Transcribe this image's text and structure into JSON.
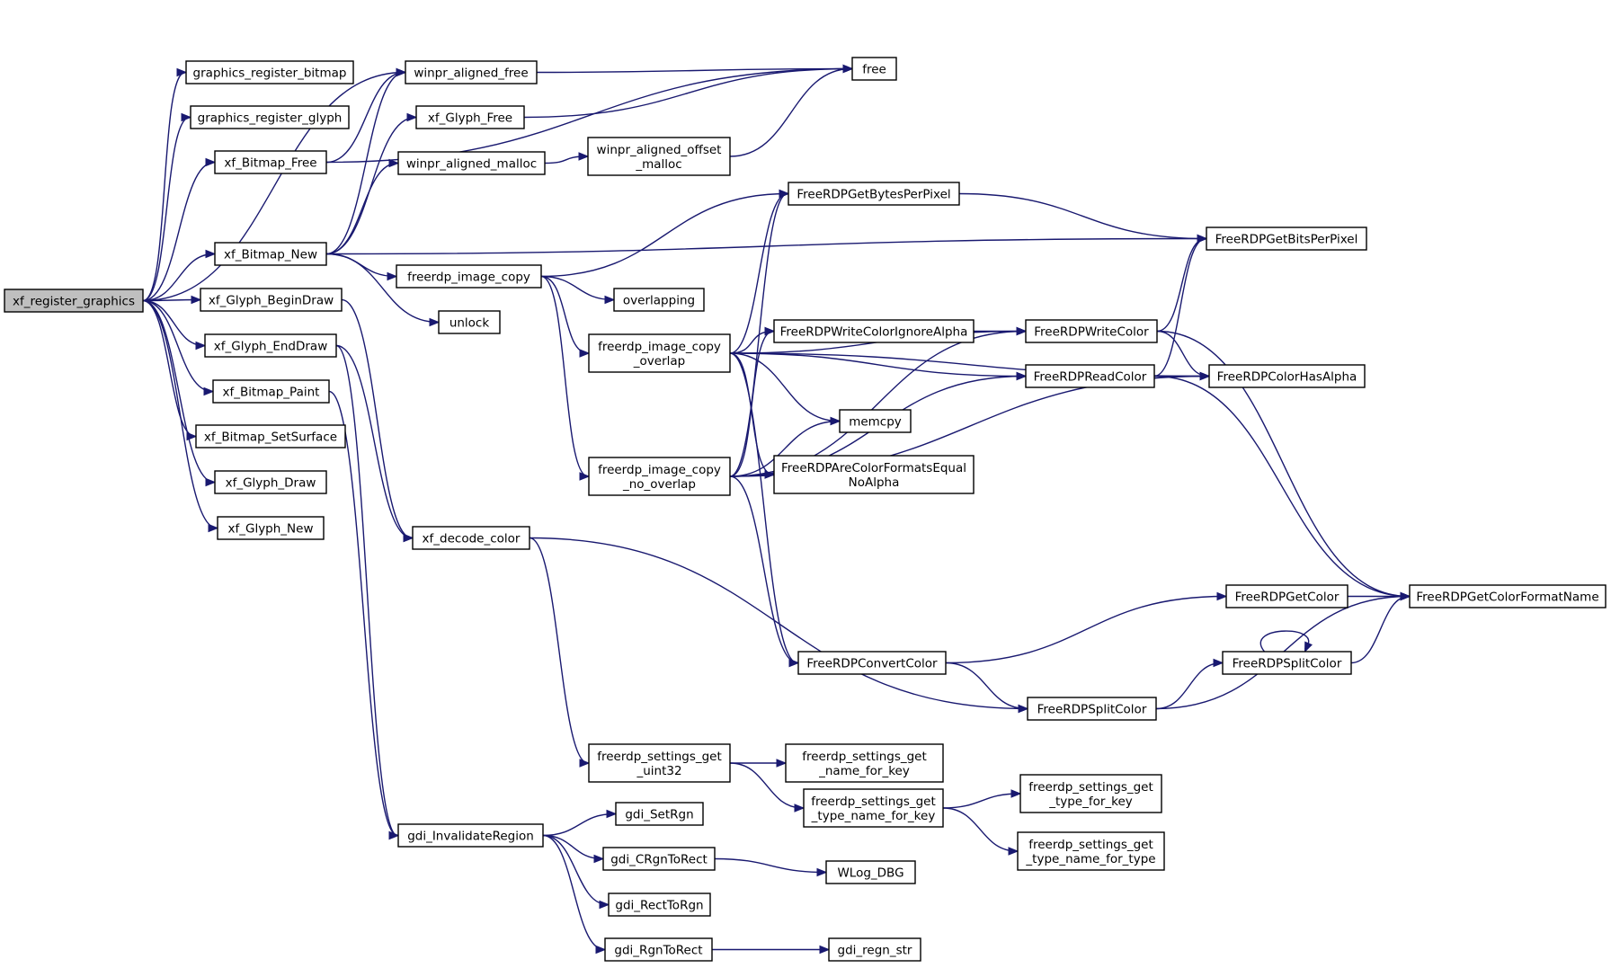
{
  "nodes": [
    {
      "id": "xf_register_graphics",
      "lines": [
        "xf_register_graphics"
      ],
      "root": true
    },
    {
      "id": "graphics_register_bitmap",
      "lines": [
        "graphics_register_bitmap"
      ]
    },
    {
      "id": "graphics_register_glyph",
      "lines": [
        "graphics_register_glyph"
      ]
    },
    {
      "id": "xf_Bitmap_Free",
      "lines": [
        "xf_Bitmap_Free"
      ]
    },
    {
      "id": "xf_Bitmap_New",
      "lines": [
        "xf_Bitmap_New"
      ]
    },
    {
      "id": "xf_Glyph_BeginDraw",
      "lines": [
        "xf_Glyph_BeginDraw"
      ]
    },
    {
      "id": "xf_Glyph_EndDraw",
      "lines": [
        "xf_Glyph_EndDraw"
      ]
    },
    {
      "id": "xf_Bitmap_Paint",
      "lines": [
        "xf_Bitmap_Paint"
      ]
    },
    {
      "id": "xf_Bitmap_SetSurface",
      "lines": [
        "xf_Bitmap_SetSurface"
      ]
    },
    {
      "id": "xf_Glyph_Draw",
      "lines": [
        "xf_Glyph_Draw"
      ]
    },
    {
      "id": "xf_Glyph_New",
      "lines": [
        "xf_Glyph_New"
      ]
    },
    {
      "id": "winpr_aligned_free",
      "lines": [
        "winpr_aligned_free"
      ]
    },
    {
      "id": "xf_Glyph_Free",
      "lines": [
        "xf_Glyph_Free"
      ]
    },
    {
      "id": "winpr_aligned_malloc",
      "lines": [
        "winpr_aligned_malloc"
      ]
    },
    {
      "id": "winpr_aligned_offset_malloc",
      "lines": [
        "winpr_aligned_offset",
        "_malloc"
      ]
    },
    {
      "id": "free",
      "lines": [
        "free"
      ]
    },
    {
      "id": "freerdp_image_copy",
      "lines": [
        "freerdp_image_copy"
      ]
    },
    {
      "id": "unlock",
      "lines": [
        "unlock"
      ]
    },
    {
      "id": "overlapping",
      "lines": [
        "overlapping"
      ]
    },
    {
      "id": "freerdp_image_copy_overlap",
      "lines": [
        "freerdp_image_copy",
        "_overlap"
      ]
    },
    {
      "id": "freerdp_image_copy_no_overlap",
      "lines": [
        "freerdp_image_copy",
        "_no_overlap"
      ]
    },
    {
      "id": "xf_decode_color",
      "lines": [
        "xf_decode_color"
      ]
    },
    {
      "id": "gdi_InvalidateRegion",
      "lines": [
        "gdi_InvalidateRegion"
      ]
    },
    {
      "id": "FreeRDPGetBytesPerPixel",
      "lines": [
        "FreeRDPGetBytesPerPixel"
      ]
    },
    {
      "id": "FreeRDPGetBitsPerPixel",
      "lines": [
        "FreeRDPGetBitsPerPixel"
      ]
    },
    {
      "id": "FreeRDPWriteColorIgnoreAlpha",
      "lines": [
        "FreeRDPWriteColorIgnoreAlpha"
      ]
    },
    {
      "id": "FreeRDPWriteColor",
      "lines": [
        "FreeRDPWriteColor"
      ]
    },
    {
      "id": "FreeRDPReadColor",
      "lines": [
        "FreeRDPReadColor"
      ]
    },
    {
      "id": "FreeRDPColorHasAlpha",
      "lines": [
        "FreeRDPColorHasAlpha"
      ]
    },
    {
      "id": "memcpy",
      "lines": [
        "memcpy"
      ]
    },
    {
      "id": "FreeRDPAreColorFormatsEqualNoAlpha",
      "lines": [
        "FreeRDPAreColorFormatsEqual",
        "NoAlpha"
      ]
    },
    {
      "id": "FreeRDPGetColor",
      "lines": [
        "FreeRDPGetColor"
      ]
    },
    {
      "id": "FreeRDPGetColorFormatName",
      "lines": [
        "FreeRDPGetColorFormatName"
      ]
    },
    {
      "id": "FreeRDPConvertColor",
      "lines": [
        "FreeRDPConvertColor"
      ]
    },
    {
      "id": "FreeRDPSplitColor_a",
      "lines": [
        "FreeRDPSplitColor"
      ]
    },
    {
      "id": "FreeRDPSplitColor_b",
      "lines": [
        "FreeRDPSplitColor"
      ]
    },
    {
      "id": "freerdp_settings_get_uint32",
      "lines": [
        "freerdp_settings_get",
        "_uint32"
      ]
    },
    {
      "id": "freerdp_settings_get_name_for_key",
      "lines": [
        "freerdp_settings_get",
        "_name_for_key"
      ]
    },
    {
      "id": "freerdp_settings_get_type_name_for_key",
      "lines": [
        "freerdp_settings_get",
        "_type_name_for_key"
      ]
    },
    {
      "id": "freerdp_settings_get_type_for_key",
      "lines": [
        "freerdp_settings_get",
        "_type_for_key"
      ]
    },
    {
      "id": "freerdp_settings_get_type_name_for_type",
      "lines": [
        "freerdp_settings_get",
        "_type_name_for_type"
      ]
    },
    {
      "id": "gdi_SetRgn",
      "lines": [
        "gdi_SetRgn"
      ]
    },
    {
      "id": "gdi_CRgnToRect",
      "lines": [
        "gdi_CRgnToRect"
      ]
    },
    {
      "id": "gdi_RectToRgn",
      "lines": [
        "gdi_RectToRgn"
      ]
    },
    {
      "id": "gdi_RgnToRect",
      "lines": [
        "gdi_RgnToRect"
      ]
    },
    {
      "id": "WLog_DBG",
      "lines": [
        "WLog_DBG"
      ]
    },
    {
      "id": "gdi_regn_str",
      "lines": [
        "gdi_regn_str"
      ]
    }
  ],
  "edges": [
    [
      "xf_register_graphics",
      "graphics_register_bitmap"
    ],
    [
      "xf_register_graphics",
      "graphics_register_glyph"
    ],
    [
      "xf_register_graphics",
      "xf_Bitmap_Free"
    ],
    [
      "xf_register_graphics",
      "winpr_aligned_free"
    ],
    [
      "xf_register_graphics",
      "xf_Bitmap_New"
    ],
    [
      "xf_register_graphics",
      "xf_Glyph_BeginDraw"
    ],
    [
      "xf_register_graphics",
      "xf_Glyph_EndDraw"
    ],
    [
      "xf_register_graphics",
      "xf_Bitmap_Paint"
    ],
    [
      "xf_register_graphics",
      "xf_Bitmap_SetSurface"
    ],
    [
      "xf_register_graphics",
      "xf_Glyph_Draw"
    ],
    [
      "xf_register_graphics",
      "xf_Glyph_New"
    ],
    [
      "xf_Bitmap_Free",
      "winpr_aligned_free"
    ],
    [
      "xf_Bitmap_Free",
      "free"
    ],
    [
      "xf_Bitmap_New",
      "winpr_aligned_free"
    ],
    [
      "xf_Bitmap_New",
      "xf_Glyph_Free"
    ],
    [
      "xf_Bitmap_New",
      "winpr_aligned_malloc"
    ],
    [
      "xf_Bitmap_New",
      "FreeRDPGetBitsPerPixel"
    ],
    [
      "xf_Bitmap_New",
      "freerdp_image_copy"
    ],
    [
      "xf_Bitmap_New",
      "unlock"
    ],
    [
      "winpr_aligned_free",
      "free"
    ],
    [
      "xf_Glyph_Free",
      "free"
    ],
    [
      "winpr_aligned_malloc",
      "winpr_aligned_offset_malloc"
    ],
    [
      "winpr_aligned_offset_malloc",
      "free"
    ],
    [
      "xf_Glyph_BeginDraw",
      "xf_decode_color"
    ],
    [
      "xf_Glyph_EndDraw",
      "xf_decode_color"
    ],
    [
      "xf_Glyph_EndDraw",
      "gdi_InvalidateRegion"
    ],
    [
      "xf_Bitmap_Paint",
      "gdi_InvalidateRegion"
    ],
    [
      "freerdp_image_copy",
      "FreeRDPGetBytesPerPixel"
    ],
    [
      "freerdp_image_copy",
      "overlapping"
    ],
    [
      "freerdp_image_copy",
      "freerdp_image_copy_overlap"
    ],
    [
      "freerdp_image_copy",
      "freerdp_image_copy_no_overlap"
    ],
    [
      "freerdp_image_copy_overlap",
      "FreeRDPGetBytesPerPixel"
    ],
    [
      "freerdp_image_copy_overlap",
      "FreeRDPWriteColorIgnoreAlpha"
    ],
    [
      "freerdp_image_copy_overlap",
      "FreeRDPWriteColor"
    ],
    [
      "freerdp_image_copy_overlap",
      "FreeRDPColorHasAlpha"
    ],
    [
      "freerdp_image_copy_overlap",
      "FreeRDPReadColor"
    ],
    [
      "freerdp_image_copy_overlap",
      "memcpy"
    ],
    [
      "freerdp_image_copy_overlap",
      "FreeRDPAreColorFormatsEqualNoAlpha"
    ],
    [
      "freerdp_image_copy_overlap",
      "FreeRDPConvertColor"
    ],
    [
      "freerdp_image_copy_no_overlap",
      "FreeRDPGetBytesPerPixel"
    ],
    [
      "freerdp_image_copy_no_overlap",
      "FreeRDPWriteColorIgnoreAlpha"
    ],
    [
      "freerdp_image_copy_no_overlap",
      "memcpy"
    ],
    [
      "freerdp_image_copy_no_overlap",
      "FreeRDPAreColorFormatsEqualNoAlpha"
    ],
    [
      "freerdp_image_copy_no_overlap",
      "FreeRDPWriteColor"
    ],
    [
      "freerdp_image_copy_no_overlap",
      "FreeRDPReadColor"
    ],
    [
      "freerdp_image_copy_no_overlap",
      "FreeRDPColorHasAlpha"
    ],
    [
      "freerdp_image_copy_no_overlap",
      "FreeRDPConvertColor"
    ],
    [
      "FreeRDPGetBytesPerPixel",
      "FreeRDPGetBitsPerPixel"
    ],
    [
      "FreeRDPWriteColorIgnoreAlpha",
      "FreeRDPWriteColor"
    ],
    [
      "FreeRDPWriteColor",
      "FreeRDPGetBitsPerPixel"
    ],
    [
      "FreeRDPWriteColor",
      "FreeRDPColorHasAlpha"
    ],
    [
      "FreeRDPWriteColor",
      "FreeRDPGetColorFormatName"
    ],
    [
      "FreeRDPReadColor",
      "FreeRDPGetBitsPerPixel"
    ],
    [
      "FreeRDPReadColor",
      "FreeRDPColorHasAlpha"
    ],
    [
      "FreeRDPReadColor",
      "FreeRDPGetColorFormatName"
    ],
    [
      "FreeRDPGetColor",
      "FreeRDPGetColorFormatName"
    ],
    [
      "FreeRDPConvertColor",
      "FreeRDPGetColor"
    ],
    [
      "FreeRDPConvertColor",
      "FreeRDPSplitColor_b"
    ],
    [
      "FreeRDPSplitColor_a",
      "FreeRDPSplitColor_a"
    ],
    [
      "FreeRDPSplitColor_a",
      "FreeRDPGetColorFormatName"
    ],
    [
      "FreeRDPSplitColor_b",
      "FreeRDPSplitColor_a"
    ],
    [
      "FreeRDPSplitColor_b",
      "FreeRDPGetColorFormatName"
    ],
    [
      "xf_decode_color",
      "freerdp_settings_get_uint32"
    ],
    [
      "xf_decode_color",
      "FreeRDPSplitColor_b"
    ],
    [
      "freerdp_settings_get_uint32",
      "freerdp_settings_get_name_for_key"
    ],
    [
      "freerdp_settings_get_uint32",
      "freerdp_settings_get_type_name_for_key"
    ],
    [
      "freerdp_settings_get_type_name_for_key",
      "freerdp_settings_get_type_for_key"
    ],
    [
      "freerdp_settings_get_type_name_for_key",
      "freerdp_settings_get_type_name_for_type"
    ],
    [
      "gdi_InvalidateRegion",
      "gdi_SetRgn"
    ],
    [
      "gdi_InvalidateRegion",
      "gdi_CRgnToRect"
    ],
    [
      "gdi_InvalidateRegion",
      "gdi_RectToRgn"
    ],
    [
      "gdi_InvalidateRegion",
      "gdi_RgnToRect"
    ],
    [
      "gdi_CRgnToRect",
      "WLog_DBG"
    ],
    [
      "gdi_RgnToRect",
      "gdi_regn_str"
    ]
  ],
  "colors": {
    "edge": "#191970",
    "root_fill": "#bfbfbf",
    "node_fill": "#ffffff",
    "node_border": "#000000"
  }
}
